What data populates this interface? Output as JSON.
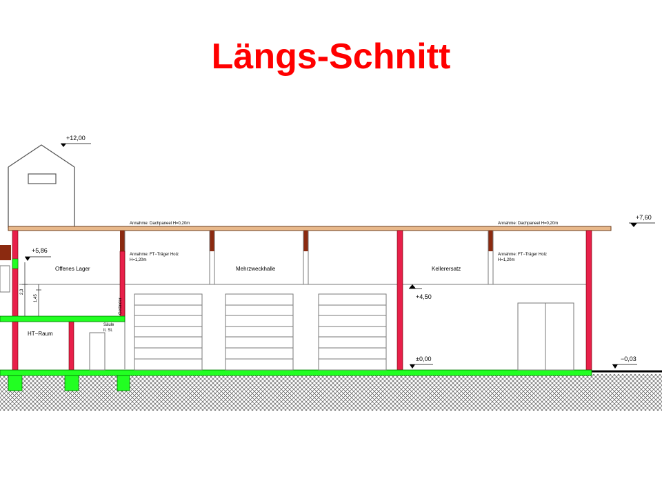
{
  "slide": {
    "title": "Längs-Schnitt",
    "title_color": "#ff0000"
  },
  "drawing": {
    "levels": {
      "top": "+12,00",
      "roof": "+7,60",
      "upper_floor": "+5,86",
      "mid": "+4,50",
      "ground": "±0,00",
      "outside": "−0,03"
    },
    "rooms": {
      "lager": "Offenes Lager",
      "halle": "Mehrzweckhalle",
      "keller": "Kellerersatz",
      "ht": "HT−Raum"
    },
    "notes": {
      "roof_left": "Annahme: Dachpaneel H=0,20m",
      "roof_right": "Annahme: Dachpaneel H=0,20m",
      "beam_left_1": "Annahme: FT−Träger Holz",
      "beam_left_2": "H=1,20m",
      "beam_right_1": "Annahme: FT−Träger Holz",
      "beam_right_2": "H=1,20m",
      "railing": "Geländer",
      "column_1": "Säule",
      "column_2": "lt. St.",
      "dim_a": "2,3",
      "dim_b": "1,45"
    },
    "colors": {
      "concrete_green": "#22ff22",
      "column_red": "#e8204a",
      "beam_brown": "#8b2a10",
      "roof_tan": "#e8b88a"
    }
  }
}
